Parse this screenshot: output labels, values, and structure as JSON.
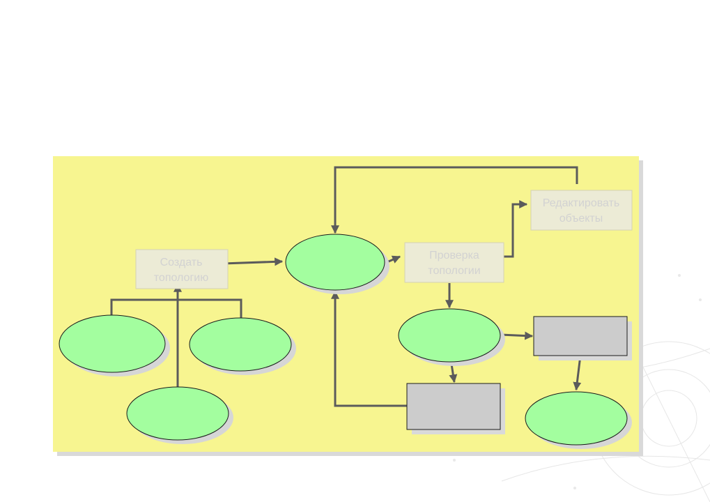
{
  "colors": {
    "panel": "#f7f590",
    "ellipse_fill": "#a3fe9f",
    "label_box": "#ecebd6",
    "gray_box": "#cccccc",
    "connector": "#5b5b5b",
    "label_text": "#d2d2d2"
  },
  "labels": {
    "create_topology": {
      "line1": "Создать",
      "line2": "топологию"
    },
    "check_topology": {
      "line1": "Проверка",
      "line2": "топологии"
    },
    "edit_objects": {
      "line1": "Редактировать",
      "line2": "объекты"
    }
  }
}
